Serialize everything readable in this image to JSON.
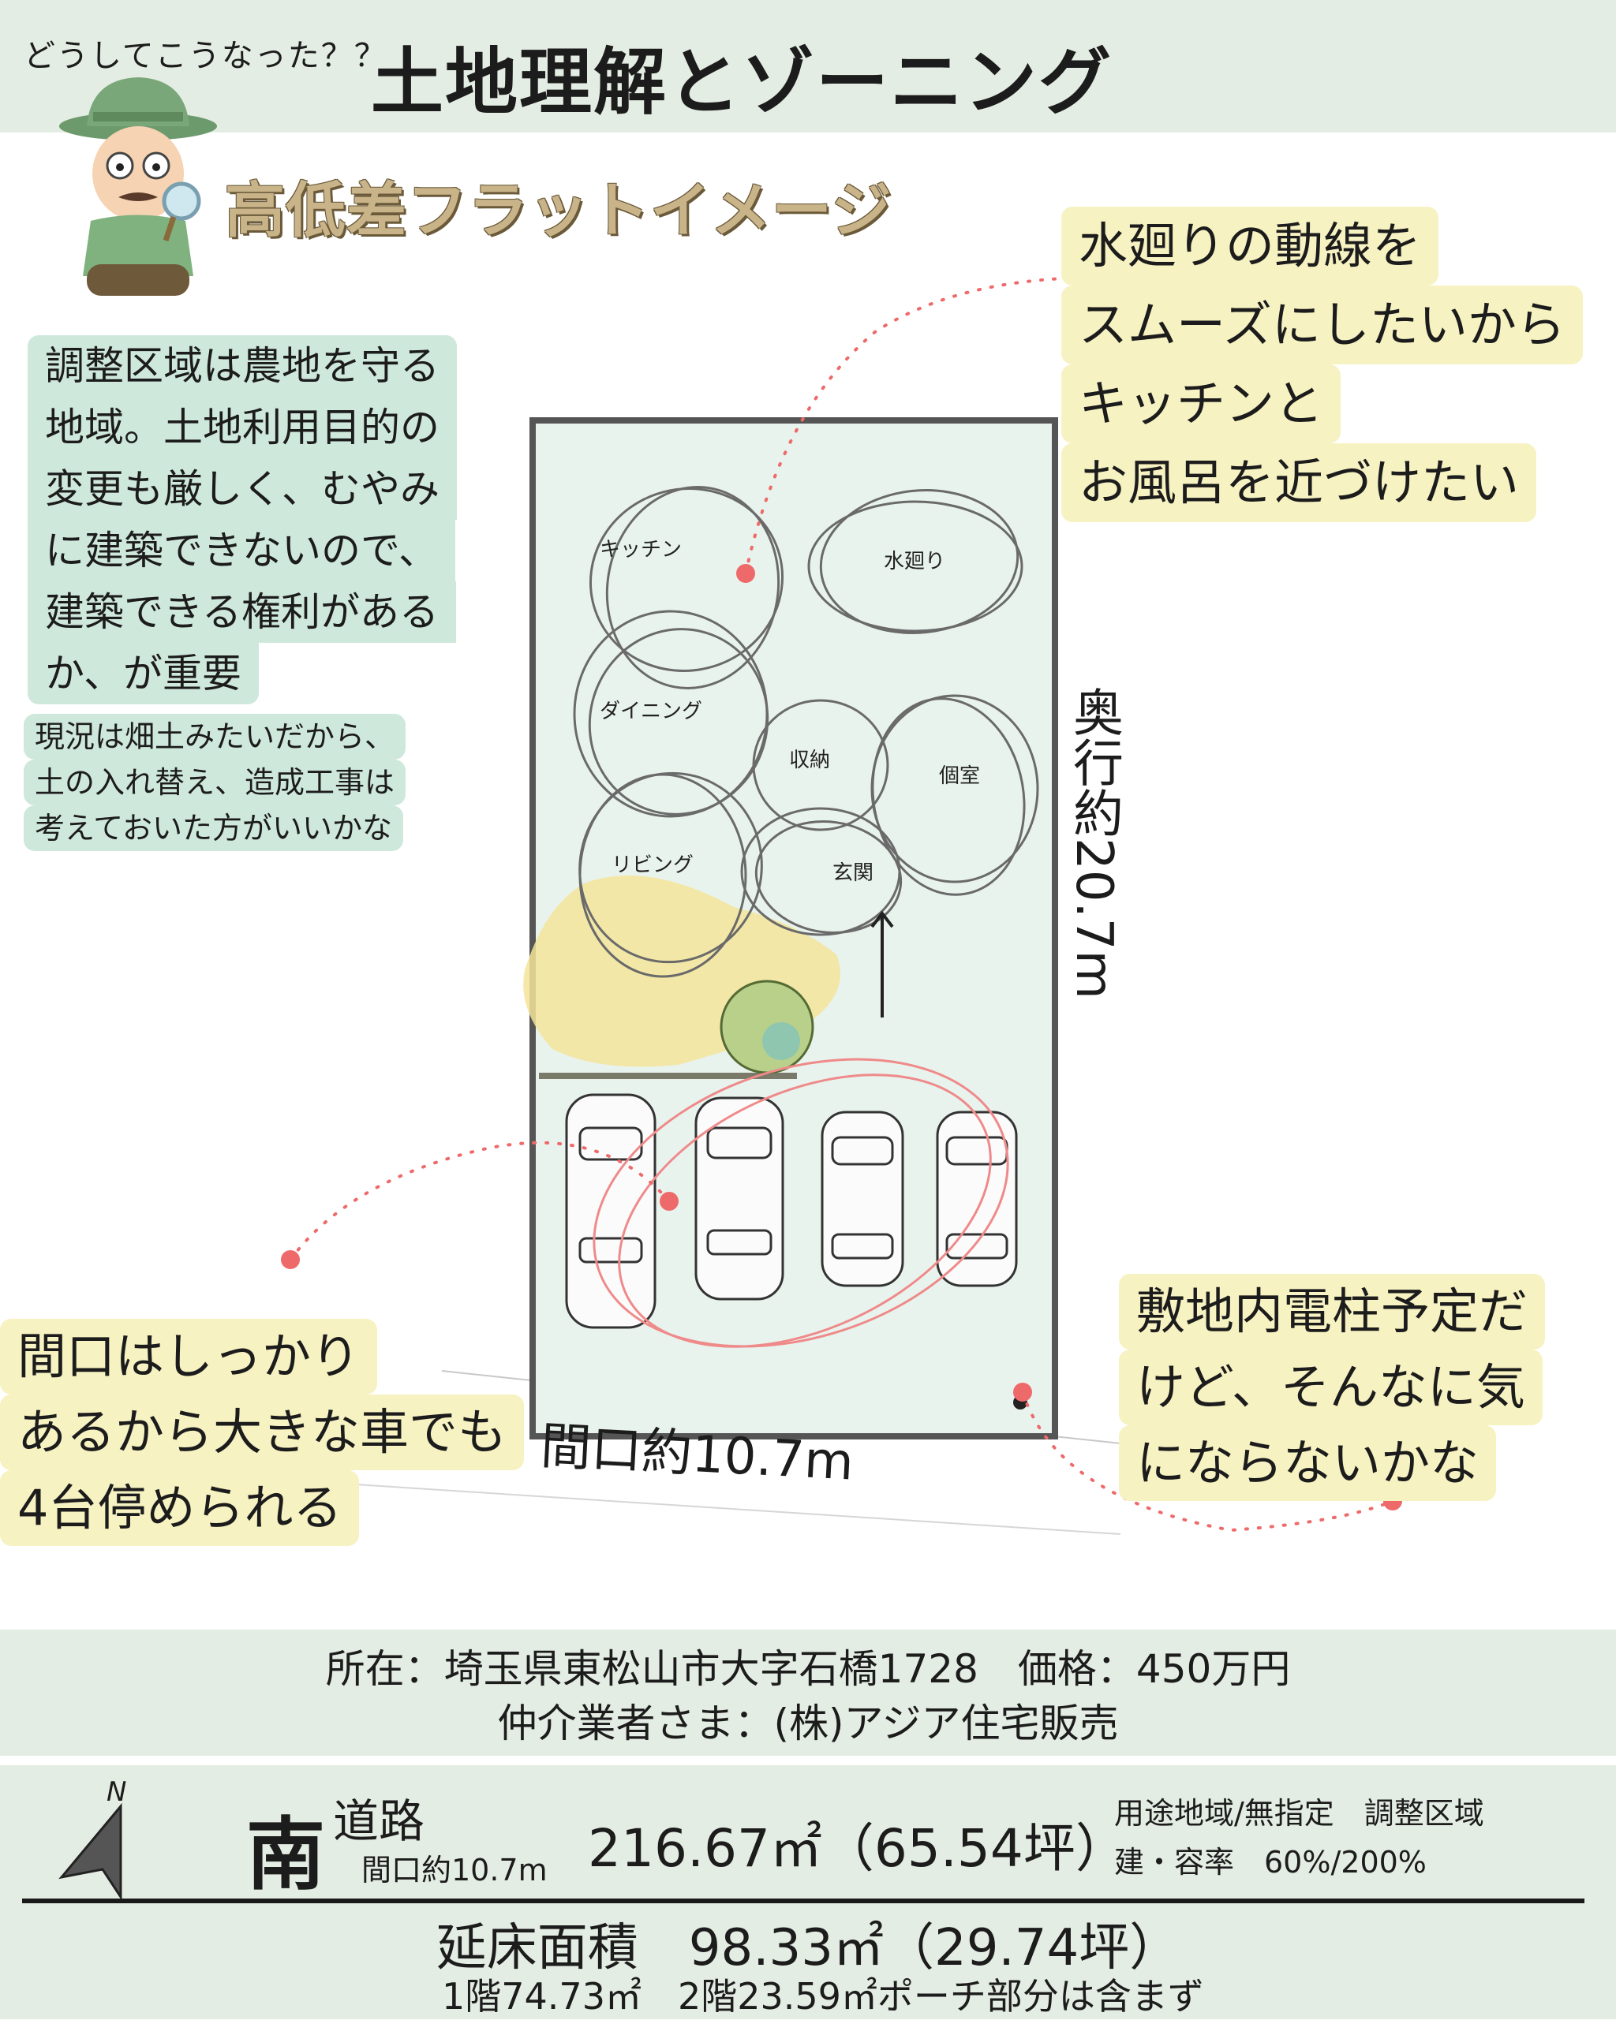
{
  "header": {
    "question": "どうしてこうなった？？",
    "title": "土地理解とゾーニング",
    "subtitle": "高低差フラットイメージ"
  },
  "notes": {
    "zoning": [
      "調整区域は農地を守る",
      "地域。土地利用目的の",
      "変更も厳しく、むやみ",
      "に建築できないので、",
      "建築できる権利がある",
      "か、が重要"
    ],
    "soil": [
      "現況は畑土みたいだから、",
      "土の入れ替え、造成工事は",
      "考えておいた方がいいかな"
    ],
    "water": [
      "水廻りの動線を",
      "スムーズにしたいから",
      "キッチンと",
      "お風呂を近づけたい"
    ],
    "parking": [
      "間口はしっかり",
      "あるから大きな車でも",
      "4台停められる"
    ],
    "pole": [
      "敷地内電柱予定だ",
      "けど、そんなに気",
      "にならないかな"
    ]
  },
  "plan": {
    "rooms": [
      "キッチン",
      "水廻り",
      "ダイニング",
      "収納",
      "個室",
      "リビング",
      "玄関"
    ],
    "width_label": "間口約10.7m",
    "depth_label": "奥行約20.7m"
  },
  "info": {
    "location_price": "所在：埼玉県東松山市大字石橋1728　価格：450万円",
    "broker": "仲介業者さま：(株)アジア住宅販売"
  },
  "summary": {
    "compass": "N",
    "direction": "南",
    "road": "道路",
    "frontage": "間口約10.7m",
    "area": "216.67㎡（65.54坪）",
    "use_zone": "用途地域/無指定　調整区域",
    "ratios": "建・容率　60%/200%",
    "floor_area": "延床面積　98.33㎡（29.74坪）",
    "floors": "1階74.73㎡　2階23.59㎡ポーチ部分は含まず"
  },
  "colors": {
    "band": "#e4ede3",
    "green_note": "#cfe8dc",
    "yellow_note": "#f7f2c2",
    "site": "#e9f3ee",
    "accent_red": "#ee6a6a",
    "yard_yellow": "#f3e49a"
  }
}
